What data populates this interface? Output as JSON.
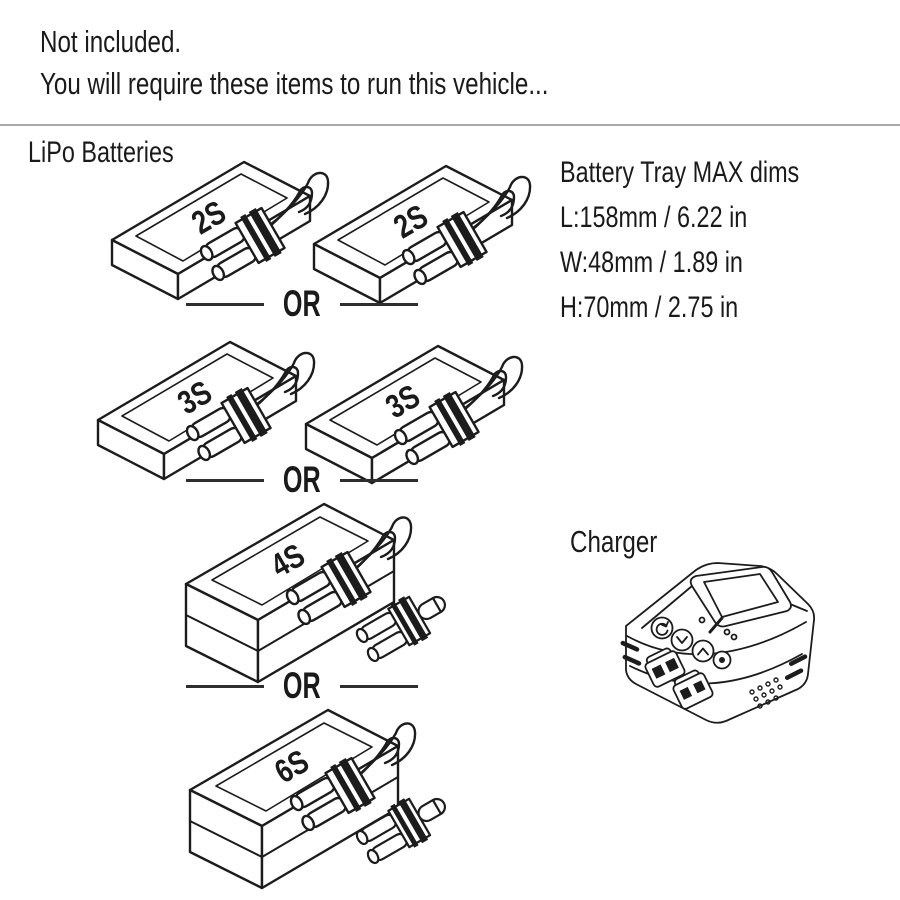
{
  "page": {
    "background": "#ffffff",
    "line_color": "#1c1c1c",
    "top_divider_color": "#a8a8a8",
    "or_divider_color": "#2e2e2e"
  },
  "header": {
    "line1": "Not included.",
    "line2": "You will require these items to run this vehicle..."
  },
  "lipo": {
    "title": "LiPo Batteries",
    "or_labels": [
      "OR",
      "OR",
      "OR"
    ],
    "options": [
      {
        "type": "flat-pack-pair",
        "labels": [
          "2S",
          "2S"
        ]
      },
      {
        "type": "flat-pack-pair",
        "labels": [
          "3S",
          "3S"
        ]
      },
      {
        "type": "tall-pack-with-connector",
        "labels": [
          "4S"
        ]
      },
      {
        "type": "tall-pack-with-connector",
        "labels": [
          "6S"
        ]
      }
    ]
  },
  "tray": {
    "title": "Battery Tray MAX dims",
    "length": "L:158mm / 6.22 in",
    "width": "W:48mm / 1.89 in",
    "height": "H:70mm / 2.75 in"
  },
  "charger": {
    "title": "Charger"
  }
}
